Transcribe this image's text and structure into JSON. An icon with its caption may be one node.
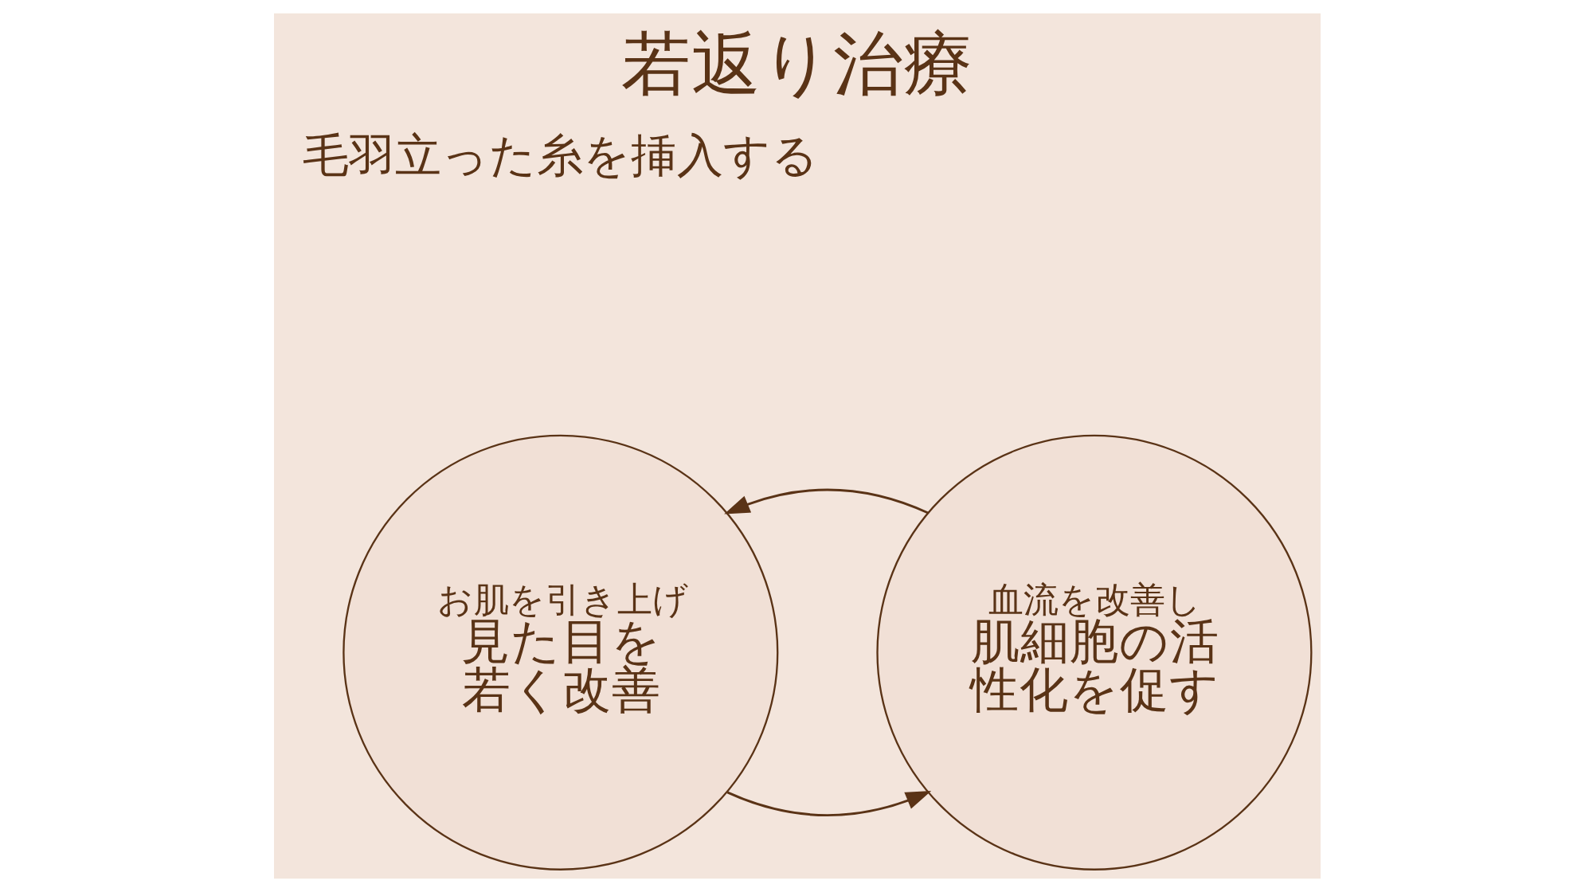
{
  "diagram": {
    "title": "若返り治療",
    "nodes": [
      {
        "text": [
          "お肌を引き上げ",
          "見た目を若く改善"
        ]
      },
      {
        "text": [
          "血流を改善し",
          "肌細胞の活性化を促す"
        ]
      }
    ],
    "edges": [
      {
        "from": 0,
        "to": 1,
        "arrow": "to"
      },
      {
        "from": 1,
        "to": 0,
        "arrow": "to"
      }
    ],
    "labels": [
      "毛羽立った糸を挿入する"
    ]
  }
}
